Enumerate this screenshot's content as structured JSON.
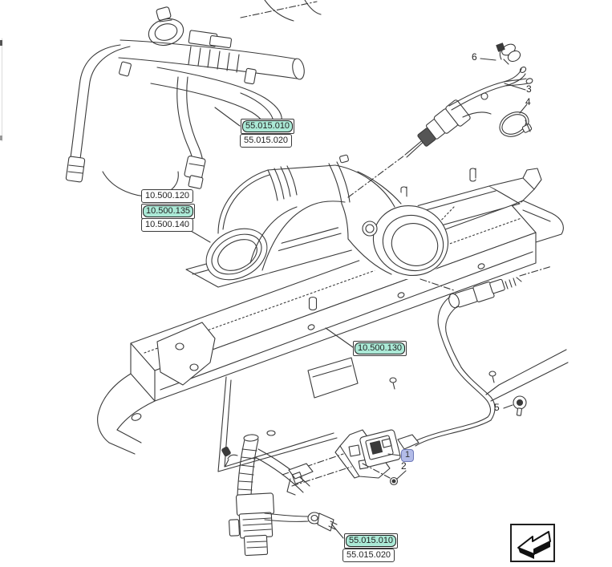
{
  "diagram": {
    "title": "exhaust-aftertreatment-exploded-parts-diagram",
    "colors": {
      "line": "#333333",
      "highlight_teal": "#abe9d6",
      "highlight_blue": "#b3bce8",
      "label_border": "#3a3a3a"
    },
    "labels": {
      "top": [
        {
          "text": "55.015.010",
          "highlighted": true
        },
        {
          "text": "55.015.020",
          "highlighted": false
        }
      ],
      "left": [
        {
          "text": "10.500.120",
          "highlighted": false
        },
        {
          "text": "10.500.135",
          "highlighted": true
        },
        {
          "text": "10.500.140",
          "highlighted": false
        }
      ],
      "middle": [
        {
          "text": "10.500.130",
          "highlighted": true
        }
      ],
      "bottom": [
        {
          "text": "55.015.010",
          "highlighted": true
        },
        {
          "text": "55.015.020",
          "highlighted": false
        }
      ]
    },
    "callouts": {
      "c1": {
        "num": "1",
        "highlighted": true
      },
      "c2": {
        "num": "2",
        "highlighted": false
      },
      "c3": {
        "num": "3",
        "highlighted": false
      },
      "c4": {
        "num": "4",
        "highlighted": false
      },
      "c5": {
        "num": "5",
        "highlighted": false
      },
      "c6": {
        "num": "6",
        "highlighted": false
      }
    },
    "corner_icon": "return-arrow"
  }
}
